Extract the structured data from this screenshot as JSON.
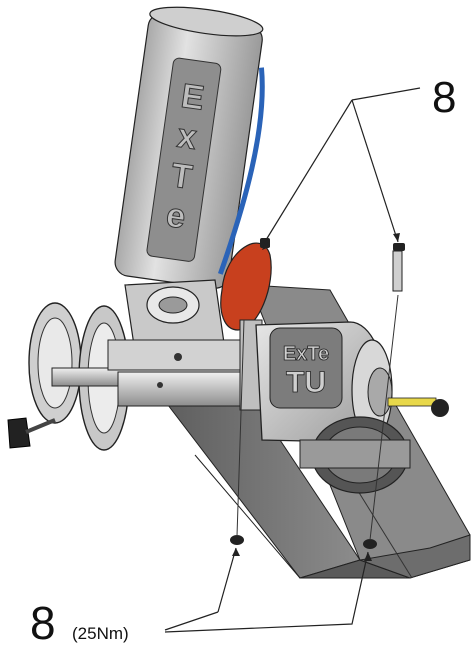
{
  "callouts": {
    "top_number": "8",
    "bottom_number": "8",
    "bottom_torque": "(25Nm)"
  },
  "machine": {
    "tube_label_letters": [
      "E",
      "x",
      "T",
      "e"
    ],
    "motor_label_line1": "ExTe",
    "motor_label_line2": "TU"
  },
  "colors": {
    "metal_light": "#d9d9d9",
    "metal_mid": "#b8b8b8",
    "metal_dark": "#7a7a7a",
    "rail_dark": "#6e6e6e",
    "accent_red": "#c8401e",
    "accent_blue": "#2a63b8",
    "accent_yellow": "#e8d84a",
    "outline": "#222222"
  }
}
